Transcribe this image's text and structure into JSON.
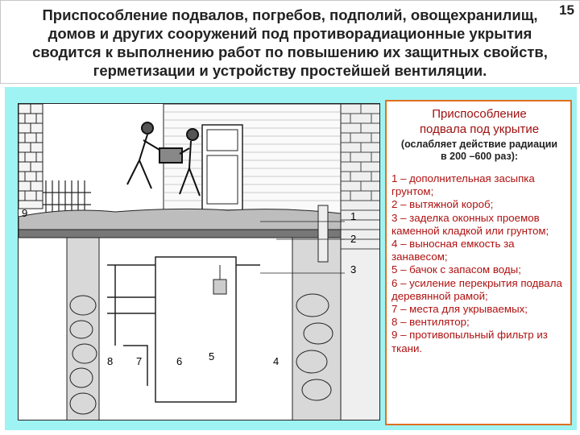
{
  "header": {
    "lines": [
      "Приспособление подвалов, погребов, подполий, овощехранилищ,",
      "домов и других сооружений под противорадиационные укрытия",
      "сводится к выполнению работ по повышению их защитных свойств,",
      "герметизации и устройству простейшей вентиляции."
    ],
    "page_number": "15"
  },
  "legend": {
    "title_line1": "Приспособление",
    "title_line2": "подвала под укрытие",
    "subtitle_line1": "(ослабляет действие радиации",
    "subtitle_line2": "в 200 –600 раз):",
    "items": [
      "1 – дополнительная засыпка грунтом;",
      "2 – вытяжной короб;",
      "3 – заделка оконных проемов каменной кладкой или грунтом;",
      "4 – выносная емкость за занавесом;",
      "5 – бачок с запасом воды;",
      "6 – усиление перекрытия подвала деревянной рамой;",
      "7 – места для укрываемых;",
      "8 – вентилятор;",
      "9 – противопыльный фильтр из ткани."
    ]
  },
  "figure": {
    "callouts": [
      "1",
      "2",
      "3",
      "4",
      "5",
      "6",
      "7",
      "8",
      "9"
    ]
  },
  "colors": {
    "panel_bg": "#9ff3f3",
    "legend_border": "#e07020",
    "legend_text": "#b01010",
    "title_text": "#a01010"
  }
}
